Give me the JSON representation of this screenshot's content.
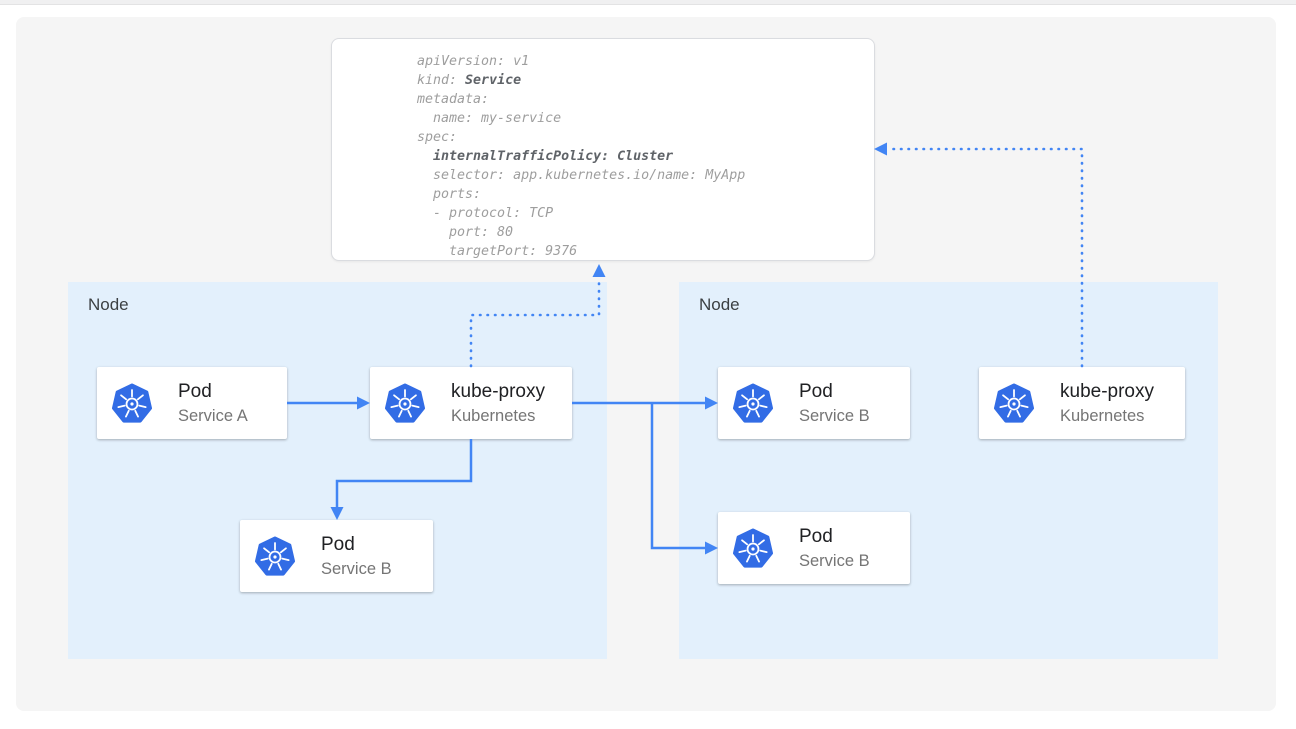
{
  "yaml_panel": {
    "lines": [
      [
        {
          "t": "apiVersion: v1"
        }
      ],
      [
        {
          "t": "kind: "
        },
        {
          "t": "Service",
          "b": true
        }
      ],
      [
        {
          "t": "metadata:"
        }
      ],
      [
        {
          "t": "  name: my-service"
        }
      ],
      [
        {
          "t": "spec:"
        }
      ],
      [
        {
          "t": "  "
        },
        {
          "t": "internalTrafficPolicy: Cluster",
          "b": true
        }
      ],
      [
        {
          "t": "  selector: app.kubernetes.io/name: MyApp"
        }
      ],
      [
        {
          "t": "  ports:"
        }
      ],
      [
        {
          "t": "  - protocol: TCP"
        }
      ],
      [
        {
          "t": "    port: 80"
        }
      ],
      [
        {
          "t": "    targetPort: 9376"
        }
      ]
    ]
  },
  "nodes": [
    {
      "label": "Node"
    },
    {
      "label": "Node"
    }
  ],
  "cards": [
    {
      "id": "pod-service-a",
      "title": "Pod",
      "subtitle": "Service A",
      "icon": "kubernetes-icon"
    },
    {
      "id": "kube-proxy-left",
      "title": "kube-proxy",
      "subtitle": "Kubernetes",
      "icon": "kubernetes-icon"
    },
    {
      "id": "pod-service-b-left",
      "title": "Pod",
      "subtitle": "Service B",
      "icon": "kubernetes-icon"
    },
    {
      "id": "pod-service-b-right-top",
      "title": "Pod",
      "subtitle": "Service B",
      "icon": "kubernetes-icon"
    },
    {
      "id": "kube-proxy-right",
      "title": "kube-proxy",
      "subtitle": "Kubernetes",
      "icon": "kubernetes-icon"
    },
    {
      "id": "pod-service-b-right-bottom",
      "title": "Pod",
      "subtitle": "Service B",
      "icon": "kubernetes-icon"
    }
  ],
  "colors": {
    "accent_blue": "#4285f4",
    "node_bg": "#e3f0fc",
    "kubernetes_blue": "#326ce5",
    "panel_bg": "#f5f5f5",
    "panel_border": "#dadce0",
    "code_text": "#9e9e9e",
    "code_bold": "#5f6368",
    "title_text": "#202124",
    "subtitle_text": "#757575",
    "node_label": "#3c4043"
  }
}
